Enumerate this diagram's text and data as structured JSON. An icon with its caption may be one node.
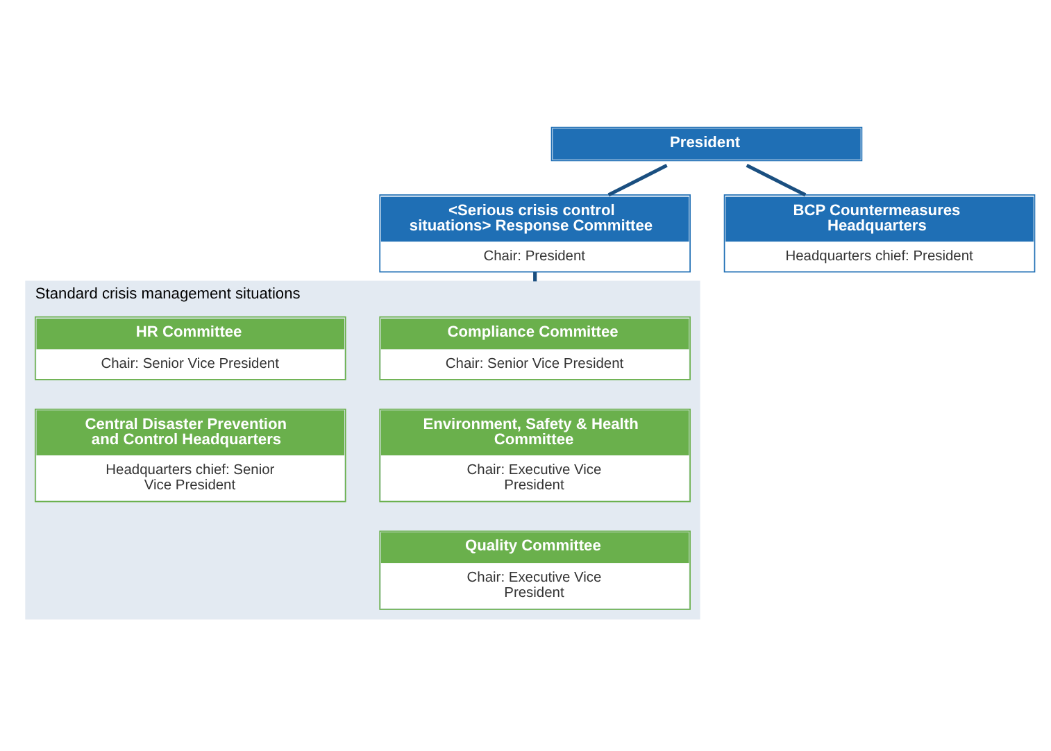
{
  "diagram": {
    "nodes": [
      {
        "text": [
          "President"
        ]
      },
      {
        "text": [
          "<Serious crisis control situations> Response Committee",
          "Chair: President"
        ]
      },
      {
        "text": [
          "BCP Countermeasures Headquarters",
          "Headquarters chief: President"
        ]
      },
      {
        "text": [
          "Standard crisis management situations"
        ]
      },
      {
        "text": [
          "Compliance Committee",
          "Chair: Senior Vice President"
        ],
        "in": 3
      },
      {
        "text": [
          "HR Committee",
          "Chair: Senior Vice President"
        ],
        "in": 3
      },
      {
        "text": [
          "Environment, Safety & Health Committee",
          "Chair: Executive Vice President"
        ],
        "in": 3
      },
      {
        "text": [
          "Central Disaster Prevention and Control Headquarters",
          "Headquarters chief: Senior Vice President"
        ],
        "in": 3
      },
      {
        "text": [
          "Quality Committee",
          "Chair: Executive Vice President"
        ],
        "in": 3
      }
    ],
    "edges": [
      {
        "from": 0,
        "to": 1,
        "arrow": "none"
      },
      {
        "from": 0,
        "to": 2,
        "arrow": "none"
      },
      {
        "from": 1,
        "to": 3,
        "arrow": "none"
      }
    ]
  }
}
